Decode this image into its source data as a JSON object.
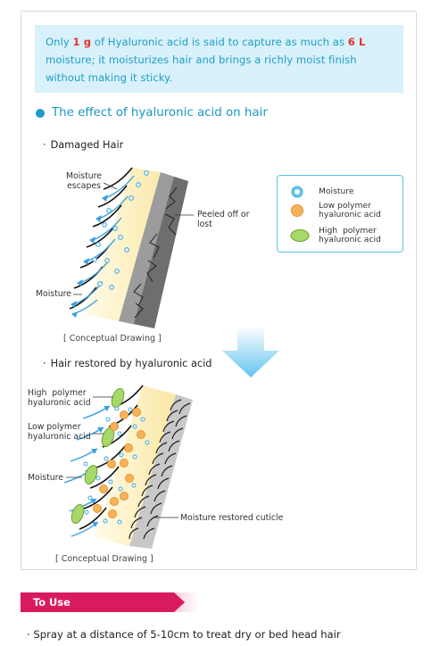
{
  "intro": {
    "part1": "Only ",
    "hl1": "1 g",
    "part2": " of Hyaluronic acid is said to capture as much as ",
    "hl2": "6 L",
    "part3": " moisture; it moisturizes hair and brings a richly moist finish without making it sticky."
  },
  "section": {
    "title": "The effect of hyaluronic acid on hair"
  },
  "damaged": {
    "title": "Damaged Hair",
    "bullet": "·",
    "label_escapes": "Moisture\nescapes",
    "label_peeled": "Peeled off or\nlost",
    "label_moisture": "Moisture",
    "caption": "[ Conceptual Drawing ]"
  },
  "legend": {
    "moisture": "Moisture",
    "low": "Low polymer\nhyaluronic acid",
    "high": "High  polymer\nhyaluronic acid"
  },
  "restored": {
    "title": "Hair restored by hyaluronic acid",
    "bullet": "·",
    "label_high": "High  polymer\nhyaluronic acid",
    "label_low": "Low polymer\nhyaluronic acid",
    "label_moisture": "Moisture",
    "label_cuticle": "Moisture restored cuticle",
    "caption": "[ Conceptual Drawing ]"
  },
  "to_use": {
    "label": "To Use",
    "instruction": "· Spray at a distance of 5-10cm to treat dry or bed head hair"
  },
  "colors": {
    "accent_blue": "#1e9cca",
    "highlight_red": "#e5322b",
    "intro_bg": "#d9f1fb",
    "tag_pink": "#d81b5e"
  }
}
